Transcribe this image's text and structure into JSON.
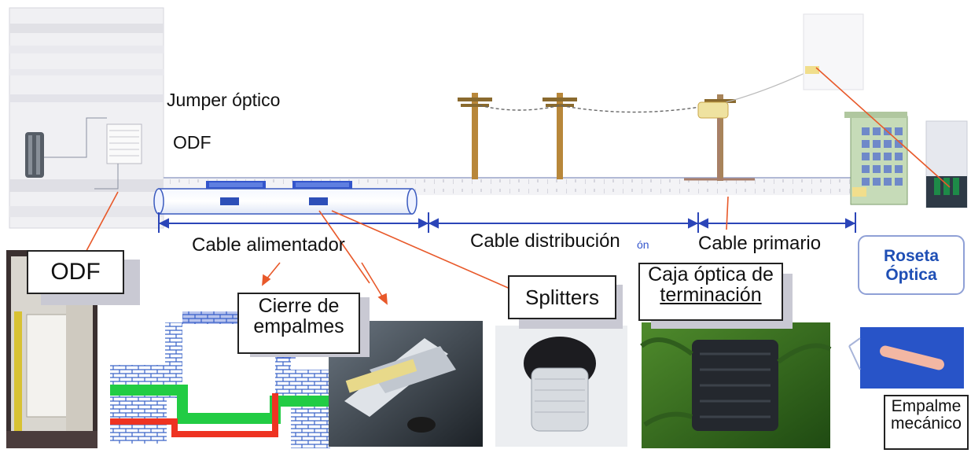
{
  "labels": {
    "jumper_optico": "Jumper óptico",
    "odf_top": "ODF",
    "cable_alimentador": "Cable alimentador",
    "cable_distribucion": "Cable distribución",
    "cable_distribucion_fragment": "ón",
    "cable_primario": "Cable primario",
    "roseta_line1": "Roseta",
    "roseta_line2": "Óptica",
    "odf_box": "ODF",
    "cierre_line1": "Cierre de",
    "cierre_line2": "empalmes",
    "splitters": "Splitters",
    "caja_line1": "Caja óptica de",
    "caja_line2": "terminación",
    "empalme_line1": "Empalme",
    "empalme_line2": "mecánico"
  },
  "colors": {
    "arrow_orange": "#e8592a",
    "dimension_blue": "#2b45b8",
    "roseta_blue": "#1f4fb5",
    "duct_blue": "#3355cc",
    "green_cable": "#22cc44",
    "red_cable": "#ee3322"
  }
}
